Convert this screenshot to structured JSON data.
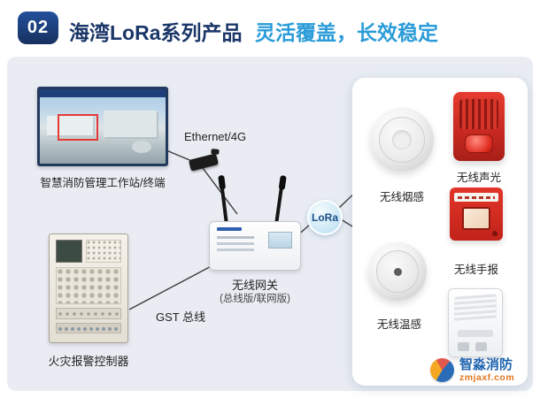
{
  "header": {
    "badge": "02",
    "title": "海湾LoRa系列产品",
    "subtitle": "灵活覆盖，长效稳定"
  },
  "workstation": {
    "label": "智慧消防管理工作站/终端"
  },
  "controller": {
    "label": "火灾报警控制器"
  },
  "links": {
    "ethernet": "Ethernet/4G",
    "gst_bus": "GST 总线",
    "lora": "LoRa"
  },
  "gateway": {
    "label": "无线网关",
    "sublabel": "(总线版/联网版)"
  },
  "devices": [
    {
      "label": "无线烟感",
      "type": "wireless-smoke-detector"
    },
    {
      "label": "无线声光",
      "type": "wireless-sounder-strobe"
    },
    {
      "label": "无线手报",
      "type": "wireless-manual-call-point"
    },
    {
      "label": "无线温感",
      "type": "wireless-heat-detector"
    },
    {
      "label": "",
      "type": "wireless-module"
    }
  ],
  "watermark": {
    "brand": "智淼消防",
    "site": "zmjaxf.com"
  },
  "colors": {
    "navy": "#1a3668",
    "accent_blue": "#2b9cd8",
    "panel_bg": "#e9edf3",
    "device_red": "#c62820",
    "brand_blue": "#1f64b0",
    "brand_orange": "#e07820",
    "line": "#3c3c3c"
  }
}
